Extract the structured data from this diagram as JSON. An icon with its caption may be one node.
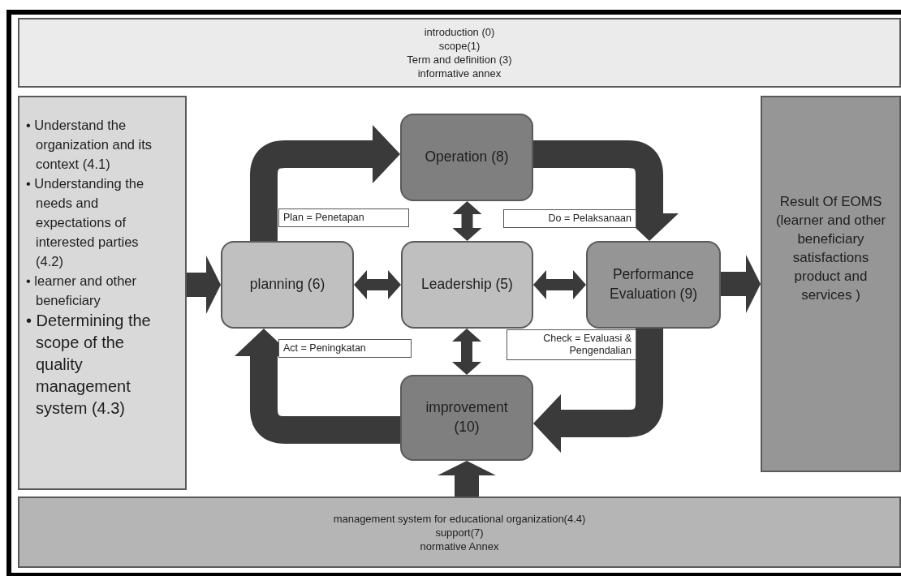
{
  "diagram": {
    "nodes": [
      {
        "text": [
          "introduction (0)",
          "scope(1)",
          "Term and definition (3)",
          "informative annex"
        ]
      },
      {
        "text": [
          "• Understand the organization and its context (4.1)",
          "• Understanding the needs and expectations of interested parties (4.2)",
          "• learner and other beneficiary",
          "• Determining the scope of the quality management system (4.3)"
        ]
      },
      {
        "text": [
          "Operation (8)"
        ]
      },
      {
        "text": [
          "planning (6)"
        ]
      },
      {
        "text": [
          "Leadership (5)"
        ]
      },
      {
        "text": [
          "Performance Evaluation (9)"
        ]
      },
      {
        "text": [
          "improvement (10)"
        ]
      },
      {
        "text": [
          "Result Of EOMS (learner and other beneficiary satisfactions product and services )"
        ]
      },
      {
        "text": [
          "management system for educational organization(4.4)",
          "support(7)",
          "normative Annex"
        ]
      }
    ],
    "edges": [
      {
        "from": 1,
        "to": 3,
        "arrow": "to"
      },
      {
        "from": 3,
        "to": 2,
        "arrow": "to",
        "label": "Plan = Penetapan"
      },
      {
        "from": 2,
        "to": 5,
        "arrow": "to",
        "label": "Do = Pelaksanaan"
      },
      {
        "from": 5,
        "to": 6,
        "arrow": "to",
        "label": "Check = Evaluasi & Pengendalian"
      },
      {
        "from": 6,
        "to": 3,
        "arrow": "to",
        "label": "Act = Peningkatan"
      },
      {
        "from": 3,
        "to": 4,
        "arrow": "both"
      },
      {
        "from": 4,
        "to": 5,
        "arrow": "both"
      },
      {
        "from": 2,
        "to": 4,
        "arrow": "both"
      },
      {
        "from": 4,
        "to": 6,
        "arrow": "both"
      },
      {
        "from": 5,
        "to": 7,
        "arrow": "to"
      },
      {
        "from": 8,
        "to": 6,
        "arrow": "to"
      }
    ]
  }
}
